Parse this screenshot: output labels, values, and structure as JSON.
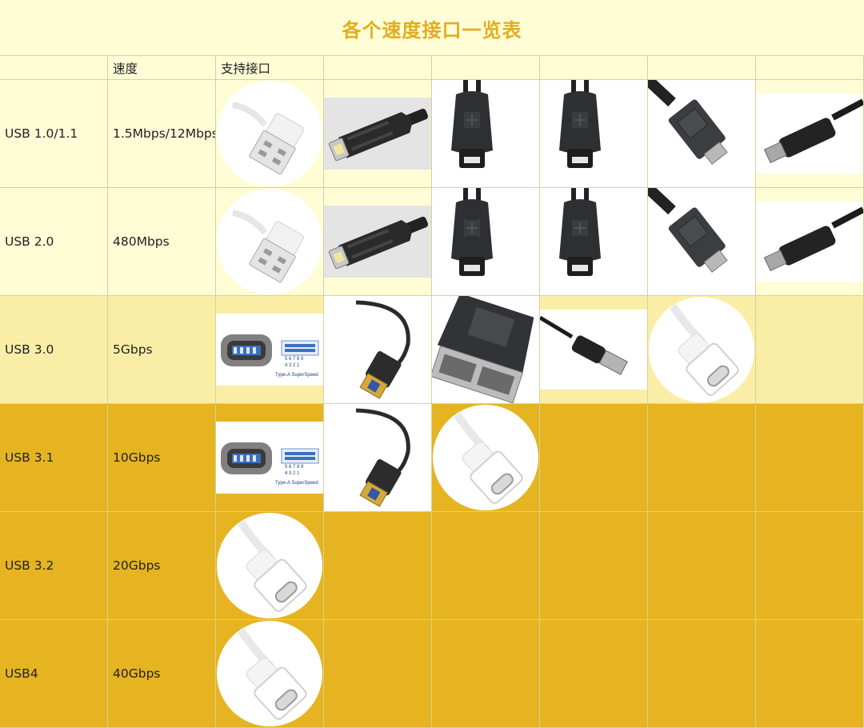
{
  "title": "各个速度接口一览表",
  "headers": [
    "",
    "速度",
    "支持接口",
    "",
    "",
    "",
    "",
    ""
  ],
  "rows": [
    {
      "name": "USB 1.0/1.1",
      "speed": "1.5Mbps/12Mbps",
      "bg": "#fffdd6",
      "connectors": [
        "usb-a-icon",
        "usb-b-icon",
        "mini-usb-icon",
        "mini-usb-icon",
        "micro-usb-icon",
        "micro-usb-cable-icon"
      ]
    },
    {
      "name": "USB 2.0",
      "speed": "480Mbps",
      "bg": "#fffdd6",
      "connectors": [
        "usb-a-icon",
        "usb-b-icon",
        "mini-usb-icon",
        "mini-usb-icon",
        "micro-usb-icon",
        "micro-usb-cable-icon"
      ]
    },
    {
      "name": "USB 3.0",
      "speed": "5Gbps",
      "bg": "#faeea6",
      "connectors": [
        "usb-a-superspeed-icon",
        "usb-3-b-icon",
        "micro-b-superspeed-icon",
        "micro-b-superspeed-cable-icon",
        "usb-c-icon"
      ]
    },
    {
      "name": "USB 3.1",
      "speed": "10Gbps",
      "bg": "#e6b421",
      "connectors": [
        "usb-a-superspeed-icon",
        "usb-3-b-icon",
        "usb-c-icon"
      ]
    },
    {
      "name": "USB 3.2",
      "speed": "20Gbps",
      "bg": "#e6b421",
      "connectors": [
        "usb-c-icon"
      ]
    },
    {
      "name": "USB4",
      "speed": "40Gbps",
      "bg": "#e6b421",
      "connectors": [
        "usb-c-icon"
      ]
    }
  ],
  "pin_labels": {
    "top": "5 6 7 8 9",
    "bottom": "4 3 2 1",
    "caption": "Type-A SuperSpeed"
  },
  "colors": {
    "title": "#e2ad1e",
    "header_bg": "#fffdd6",
    "light": "#fffdd6",
    "mid": "#faeea6",
    "dark": "#e6b421",
    "grid": "#d9cf9a"
  }
}
